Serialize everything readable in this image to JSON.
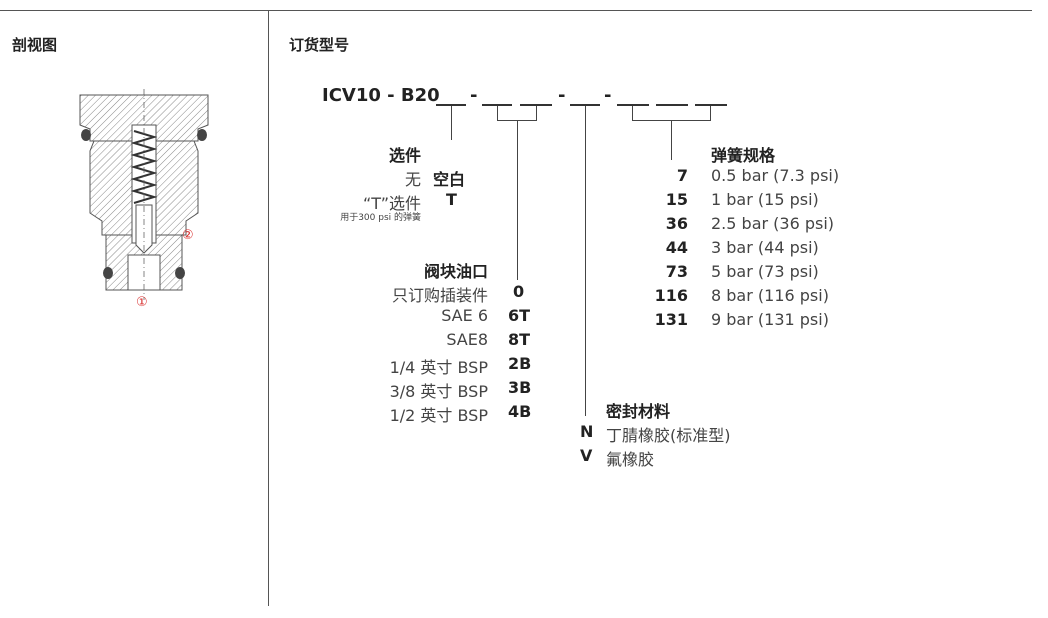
{
  "left_title": "剖视图",
  "right_title": "订货型号",
  "model_prefix": "ICV10 - B20",
  "dash": "-",
  "drawing": {
    "markers": [
      "①",
      "②"
    ],
    "accent_color": "#d9302f"
  },
  "options": {
    "title": "选件",
    "rows": [
      {
        "label": "无",
        "code": "空白"
      },
      {
        "label": "“T”选件",
        "code": "T"
      }
    ],
    "note": "用于300 psi 的弹簧"
  },
  "ports": {
    "title": "阀块油口",
    "rows": [
      {
        "label": "只订购插装件",
        "code": "0"
      },
      {
        "label": "SAE 6",
        "code": "6T"
      },
      {
        "label": "SAE8",
        "code": "8T"
      },
      {
        "label": "1/4 英寸 BSP",
        "code": "2B"
      },
      {
        "label": "3/8 英寸 BSP",
        "code": "3B"
      },
      {
        "label": "1/2 英寸 BSP",
        "code": "4B"
      }
    ]
  },
  "seals": {
    "title": "密封材料",
    "rows": [
      {
        "code": "N",
        "label": "丁腈橡胶(标准型)"
      },
      {
        "code": "V",
        "label": "氟橡胶"
      }
    ]
  },
  "springs": {
    "title": "弹簧规格",
    "rows": [
      {
        "code": "7",
        "label": "0.5 bar (7.3 psi)"
      },
      {
        "code": "15",
        "label": "1 bar (15 psi)"
      },
      {
        "code": "36",
        "label": "2.5 bar (36 psi)"
      },
      {
        "code": "44",
        "label": "3 bar (44 psi)"
      },
      {
        "code": "73",
        "label": "5 bar (73 psi)"
      },
      {
        "code": "116",
        "label": "8 bar (116 psi)"
      },
      {
        "code": "131",
        "label": "9 bar (131 psi)"
      }
    ]
  }
}
